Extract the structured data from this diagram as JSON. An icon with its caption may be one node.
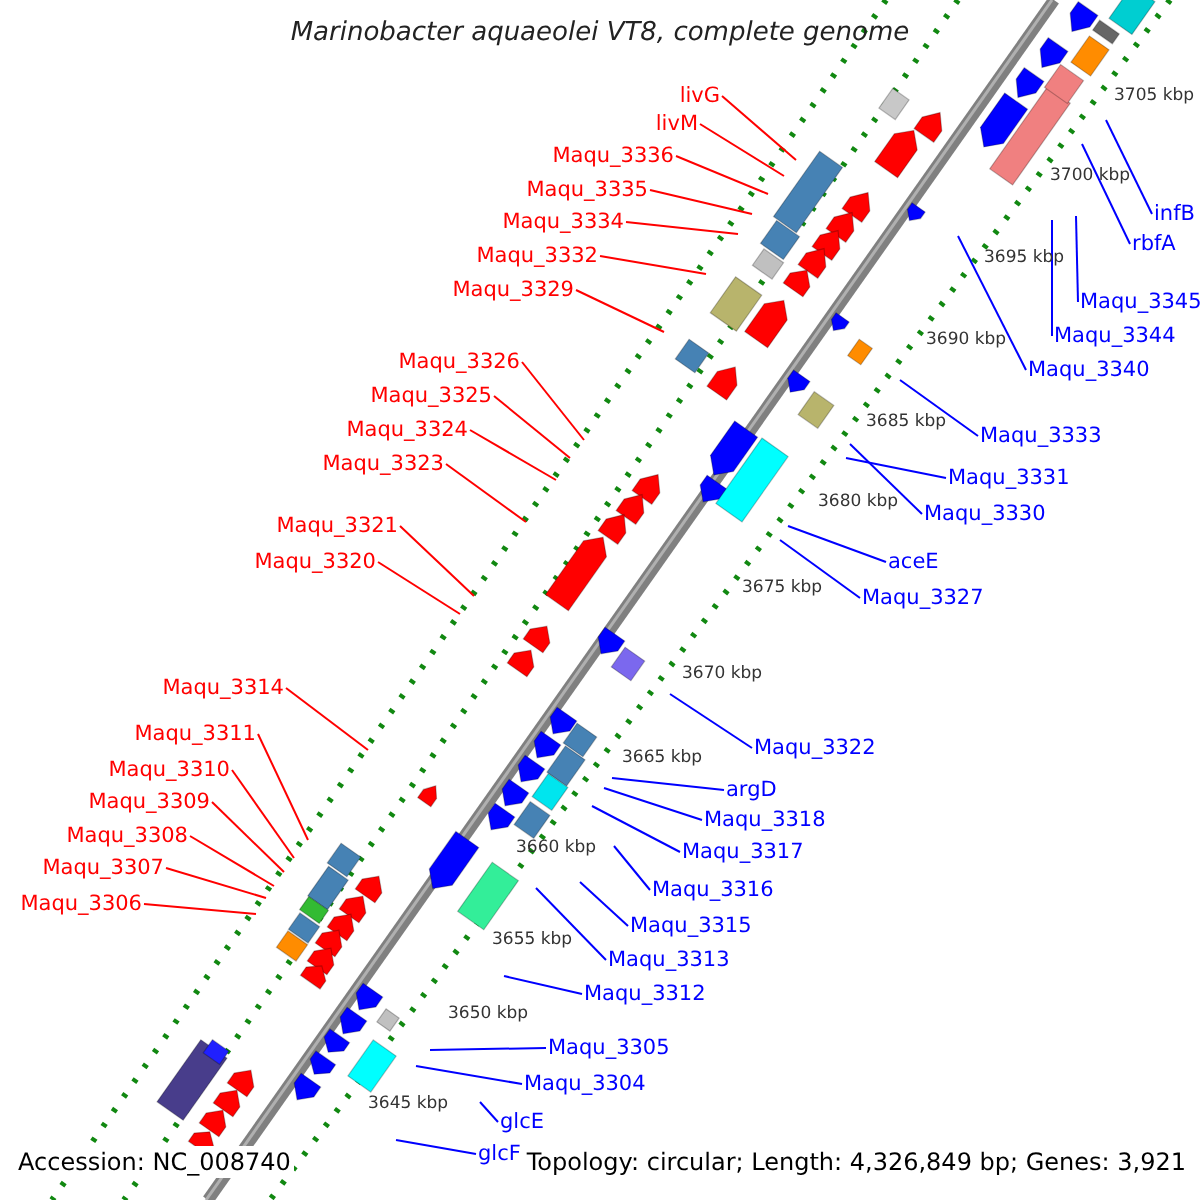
{
  "diagram": {
    "title": "Marinobacter aquaeolei VT8, complete genome",
    "nodes": [
      {
        "text": [
          "livG"
        ]
      },
      {
        "text": [
          "livM"
        ]
      },
      {
        "text": [
          "Maqu_3336"
        ]
      },
      {
        "text": [
          "Maqu_3335"
        ]
      },
      {
        "text": [
          "Maqu_3334"
        ]
      },
      {
        "text": [
          "Maqu_3332"
        ]
      },
      {
        "text": [
          "Maqu_3329"
        ]
      },
      {
        "text": [
          "Maqu_3326"
        ]
      },
      {
        "text": [
          "Maqu_3325"
        ]
      },
      {
        "text": [
          "Maqu_3324"
        ]
      },
      {
        "text": [
          "Maqu_3323"
        ]
      },
      {
        "text": [
          "Maqu_3321"
        ]
      },
      {
        "text": [
          "Maqu_3320"
        ]
      },
      {
        "text": [
          "Maqu_3314"
        ]
      },
      {
        "text": [
          "Maqu_3311"
        ]
      },
      {
        "text": [
          "Maqu_3310"
        ]
      },
      {
        "text": [
          "Maqu_3309"
        ]
      },
      {
        "text": [
          "Maqu_3308"
        ]
      },
      {
        "text": [
          "Maqu_3307"
        ]
      },
      {
        "text": [
          "Maqu_3306"
        ]
      },
      {
        "text": [
          "infB"
        ]
      },
      {
        "text": [
          "rbfA"
        ]
      },
      {
        "text": [
          "Maqu_3345"
        ]
      },
      {
        "text": [
          "Maqu_3344"
        ]
      },
      {
        "text": [
          "Maqu_3340"
        ]
      },
      {
        "text": [
          "Maqu_3333"
        ]
      },
      {
        "text": [
          "Maqu_3331"
        ]
      },
      {
        "text": [
          "Maqu_3330"
        ]
      },
      {
        "text": [
          "aceE"
        ]
      },
      {
        "text": [
          "Maqu_3327"
        ]
      },
      {
        "text": [
          "Maqu_3322"
        ]
      },
      {
        "text": [
          "argD"
        ]
      },
      {
        "text": [
          "Maqu_3318"
        ]
      },
      {
        "text": [
          "Maqu_3317"
        ]
      },
      {
        "text": [
          "Maqu_3316"
        ]
      },
      {
        "text": [
          "Maqu_3315"
        ]
      },
      {
        "text": [
          "Maqu_3313"
        ]
      },
      {
        "text": [
          "Maqu_3312"
        ]
      },
      {
        "text": [
          "Maqu_3305"
        ]
      },
      {
        "text": [
          "Maqu_3304"
        ]
      },
      {
        "text": [
          "glcE"
        ]
      },
      {
        "text": [
          "glcF"
        ]
      }
    ],
    "edges": [
      {
        "from": 0,
        "to": null,
        "arrow": "none",
        "color": "#ff0000"
      },
      {
        "from": 1,
        "to": null,
        "arrow": "none",
        "color": "#ff0000"
      },
      {
        "from": 2,
        "to": null,
        "arrow": "none",
        "color": "#ff0000"
      },
      {
        "from": 3,
        "to": null,
        "arrow": "none",
        "color": "#ff0000"
      },
      {
        "from": 4,
        "to": null,
        "arrow": "none",
        "color": "#ff0000"
      },
      {
        "from": 5,
        "to": null,
        "arrow": "none",
        "color": "#ff0000"
      },
      {
        "from": 6,
        "to": null,
        "arrow": "none",
        "color": "#ff0000"
      },
      {
        "from": 7,
        "to": null,
        "arrow": "none",
        "color": "#ff0000"
      },
      {
        "from": 8,
        "to": null,
        "arrow": "none",
        "color": "#ff0000"
      },
      {
        "from": 9,
        "to": null,
        "arrow": "none",
        "color": "#ff0000"
      },
      {
        "from": 10,
        "to": null,
        "arrow": "none",
        "color": "#ff0000"
      },
      {
        "from": 11,
        "to": null,
        "arrow": "none",
        "color": "#ff0000"
      },
      {
        "from": 12,
        "to": null,
        "arrow": "none",
        "color": "#ff0000"
      },
      {
        "from": 13,
        "to": null,
        "arrow": "none",
        "color": "#ff0000"
      },
      {
        "from": 14,
        "to": null,
        "arrow": "none",
        "color": "#ff0000"
      },
      {
        "from": 15,
        "to": null,
        "arrow": "none",
        "color": "#ff0000"
      },
      {
        "from": 16,
        "to": null,
        "arrow": "none",
        "color": "#ff0000"
      },
      {
        "from": 17,
        "to": null,
        "arrow": "none",
        "color": "#ff0000"
      },
      {
        "from": 18,
        "to": null,
        "arrow": "none",
        "color": "#ff0000"
      },
      {
        "from": 19,
        "to": null,
        "arrow": "none",
        "color": "#ff0000"
      },
      {
        "from": 20,
        "to": null,
        "arrow": "none"
      },
      {
        "from": 21,
        "to": null,
        "arrow": "none"
      },
      {
        "from": 22,
        "to": null,
        "arrow": "none"
      },
      {
        "from": 23,
        "to": null,
        "arrow": "none"
      },
      {
        "from": 24,
        "to": null,
        "arrow": "none"
      },
      {
        "from": 25,
        "to": null,
        "arrow": "none"
      },
      {
        "from": 26,
        "to": null,
        "arrow": "none"
      },
      {
        "from": 27,
        "to": null,
        "arrow": "none"
      },
      {
        "from": 28,
        "to": null,
        "arrow": "none"
      },
      {
        "from": 29,
        "to": null,
        "arrow": "none"
      },
      {
        "from": 30,
        "to": null,
        "arrow": "none"
      },
      {
        "from": 31,
        "to": null,
        "arrow": "none"
      },
      {
        "from": 32,
        "to": null,
        "arrow": "none"
      },
      {
        "from": 33,
        "to": null,
        "arrow": "none"
      },
      {
        "from": 34,
        "to": null,
        "arrow": "none"
      },
      {
        "from": 35,
        "to": null,
        "arrow": "none"
      },
      {
        "from": 36,
        "to": null,
        "arrow": "none"
      },
      {
        "from": 37,
        "to": null,
        "arrow": "none"
      },
      {
        "from": 38,
        "to": null,
        "arrow": "none"
      },
      {
        "from": 39,
        "to": null,
        "arrow": "none"
      },
      {
        "from": 40,
        "to": null,
        "arrow": "none"
      },
      {
        "from": 41,
        "to": null,
        "arrow": "none"
      }
    ],
    "labels": [
      "3705 kbp",
      "3700 kbp",
      "3695 kbp",
      "3690 kbp",
      "3685 kbp",
      "3680 kbp",
      "3675 kbp",
      "3670 kbp",
      "3665 kbp",
      "3660 kbp",
      "3655 kbp",
      "3650 kbp",
      "3645 kbp",
      "Accession: NC_008740",
      "Topology: circular; Length: 4,326,849 bp; Genes: 3,921"
    ]
  }
}
